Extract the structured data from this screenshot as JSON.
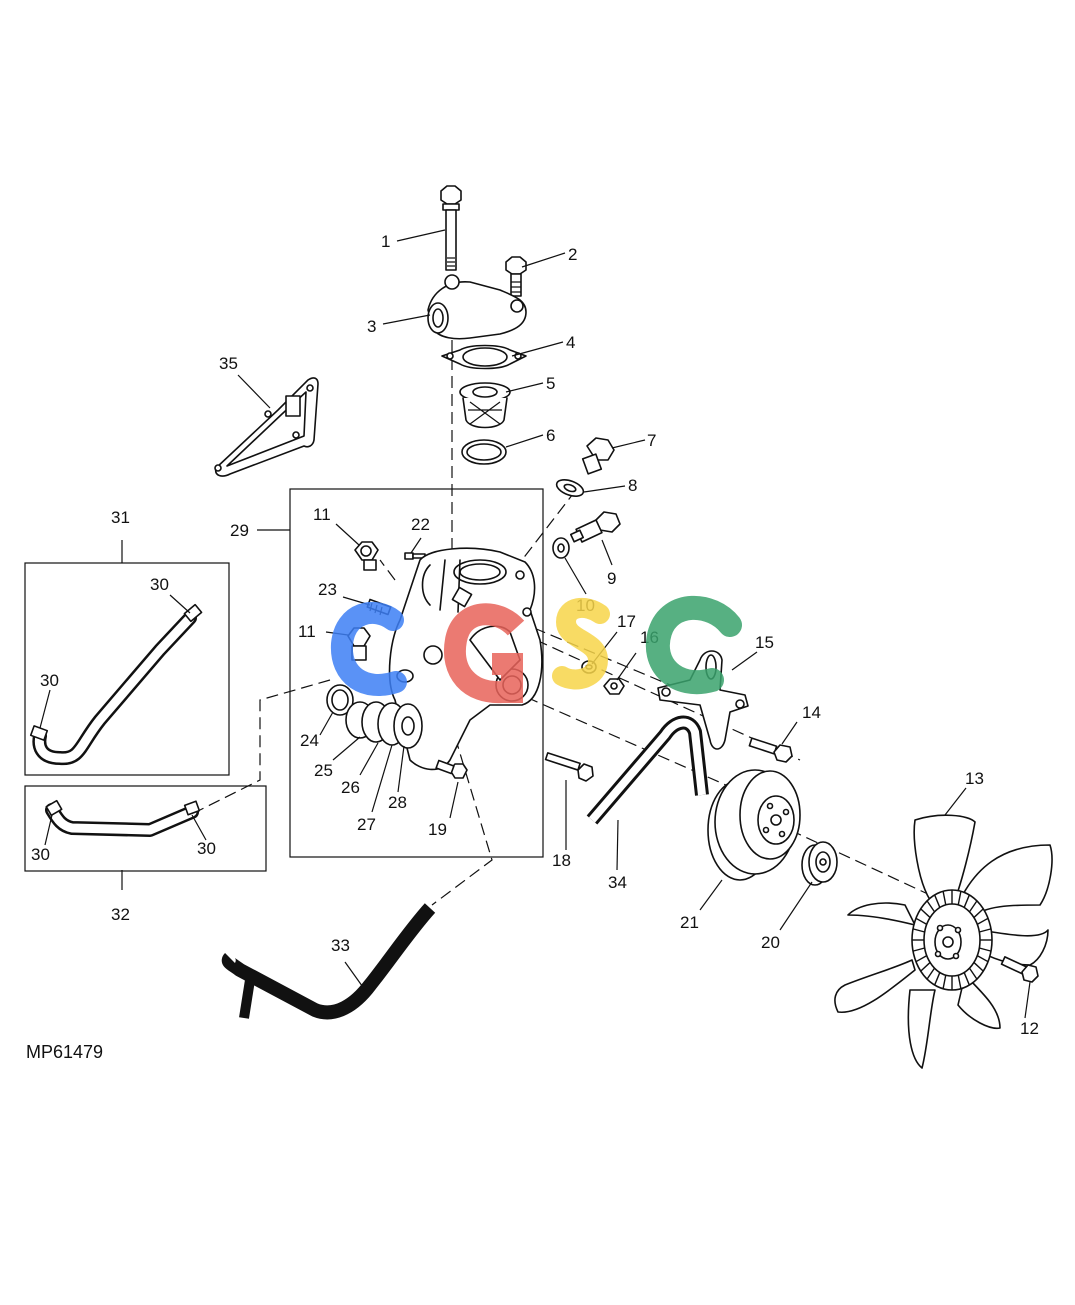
{
  "figure_id": "MP61479",
  "callouts": [
    "1",
    "2",
    "3",
    "4",
    "5",
    "6",
    "7",
    "8",
    "9",
    "10",
    "11",
    "11",
    "12",
    "13",
    "14",
    "15",
    "16",
    "17",
    "18",
    "19",
    "20",
    "21",
    "22",
    "23",
    "24",
    "25",
    "26",
    "27",
    "28",
    "29",
    "30",
    "30",
    "30",
    "30",
    "31",
    "32",
    "33",
    "34",
    "35"
  ],
  "watermark": {
    "letters": [
      "C",
      "G",
      "S",
      "C"
    ],
    "colors": [
      "#3d7ff5",
      "#e8635a",
      "#f7d54a",
      "#3aa36d"
    ]
  }
}
